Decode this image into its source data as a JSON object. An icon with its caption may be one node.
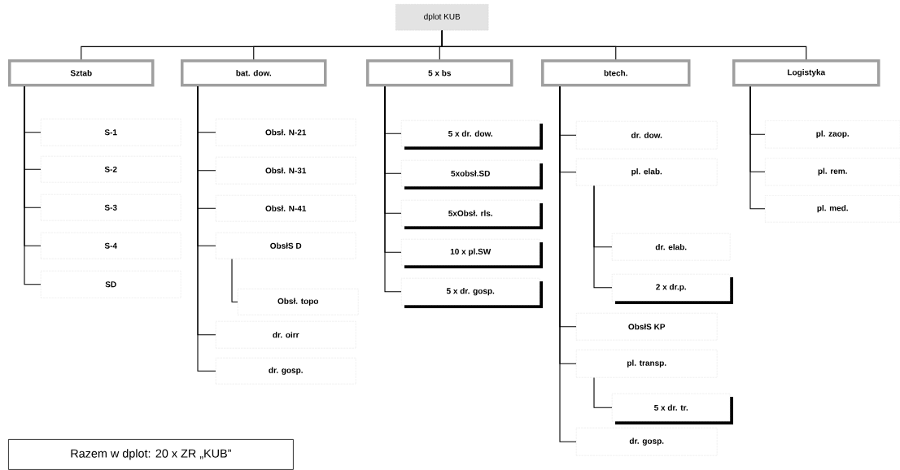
{
  "diagram": {
    "nodes": [
      {
        "text": [
          "dplot KUB"
        ]
      },
      {
        "text": [
          "Sztab"
        ]
      },
      {
        "text": [
          "bat. dow."
        ]
      },
      {
        "text": [
          "5 x bs"
        ]
      },
      {
        "text": [
          "btech."
        ]
      },
      {
        "text": [
          "Logistyka"
        ]
      },
      {
        "text": [
          "S-1"
        ]
      },
      {
        "text": [
          "S-2"
        ]
      },
      {
        "text": [
          "S-3"
        ]
      },
      {
        "text": [
          "S-4"
        ]
      },
      {
        "text": [
          "SD"
        ]
      },
      {
        "text": [
          "Obsł. N-21"
        ]
      },
      {
        "text": [
          "Obsł. N-31"
        ]
      },
      {
        "text": [
          "Obsł. N-41"
        ]
      },
      {
        "text": [
          "ObsłS D"
        ]
      },
      {
        "text": [
          "Obsł. topo"
        ]
      },
      {
        "text": [
          "dr. oirr"
        ]
      },
      {
        "text": [
          "dr. gosp."
        ]
      },
      {
        "text": [
          "5 x dr. dow."
        ]
      },
      {
        "text": [
          "5xobsł.SD"
        ]
      },
      {
        "text": [
          "5xObsł. rls."
        ]
      },
      {
        "text": [
          "10 x pl.SW"
        ]
      },
      {
        "text": [
          "5 x dr. gosp."
        ]
      },
      {
        "text": [
          "dr. dow."
        ]
      },
      {
        "text": [
          "pl. elab."
        ]
      },
      {
        "text": [
          "dr. elab."
        ]
      },
      {
        "text": [
          "2 x dr.p."
        ]
      },
      {
        "text": [
          "ObsłS KP"
        ]
      },
      {
        "text": [
          "pl. transp."
        ]
      },
      {
        "text": [
          "5 x dr. tr."
        ]
      },
      {
        "text": [
          "dr. gosp."
        ]
      },
      {
        "text": [
          "pl. zaop."
        ]
      },
      {
        "text": [
          "pl. rem."
        ]
      },
      {
        "text": [
          "pl. med."
        ]
      },
      {
        "text": [
          "Razem  w dplot:  20 x ZR „KUB”"
        ]
      }
    ],
    "edges": [
      {
        "from": 0,
        "to": 1,
        "arrow": "none"
      },
      {
        "from": 0,
        "to": 2,
        "arrow": "none"
      },
      {
        "from": 0,
        "to": 3,
        "arrow": "none"
      },
      {
        "from": 0,
        "to": 4,
        "arrow": "none"
      },
      {
        "from": 0,
        "to": 5,
        "arrow": "none"
      },
      {
        "from": 1,
        "to": 6,
        "arrow": "none"
      },
      {
        "from": 1,
        "to": 7,
        "arrow": "none"
      },
      {
        "from": 1,
        "to": 8,
        "arrow": "none"
      },
      {
        "from": 1,
        "to": 9,
        "arrow": "none"
      },
      {
        "from": 1,
        "to": 10,
        "arrow": "none"
      },
      {
        "from": 2,
        "to": 11,
        "arrow": "none"
      },
      {
        "from": 2,
        "to": 12,
        "arrow": "none"
      },
      {
        "from": 2,
        "to": 13,
        "arrow": "none"
      },
      {
        "from": 2,
        "to": 14,
        "arrow": "none"
      },
      {
        "from": 14,
        "to": 15,
        "arrow": "none"
      },
      {
        "from": 2,
        "to": 16,
        "arrow": "none"
      },
      {
        "from": 2,
        "to": 17,
        "arrow": "none"
      },
      {
        "from": 3,
        "to": 18,
        "arrow": "none"
      },
      {
        "from": 3,
        "to": 19,
        "arrow": "none"
      },
      {
        "from": 3,
        "to": 20,
        "arrow": "none"
      },
      {
        "from": 3,
        "to": 21,
        "arrow": "none"
      },
      {
        "from": 3,
        "to": 22,
        "arrow": "none"
      },
      {
        "from": 4,
        "to": 23,
        "arrow": "none"
      },
      {
        "from": 4,
        "to": 24,
        "arrow": "none"
      },
      {
        "from": 24,
        "to": 25,
        "arrow": "none"
      },
      {
        "from": 24,
        "to": 26,
        "arrow": "none"
      },
      {
        "from": 4,
        "to": 27,
        "arrow": "none"
      },
      {
        "from": 4,
        "to": 28,
        "arrow": "none"
      },
      {
        "from": 28,
        "to": 29,
        "arrow": "none"
      },
      {
        "from": 4,
        "to": 30,
        "arrow": "none"
      },
      {
        "from": 5,
        "to": 31,
        "arrow": "none"
      },
      {
        "from": 5,
        "to": 32,
        "arrow": "none"
      },
      {
        "from": 5,
        "to": 33,
        "arrow": "none"
      }
    ]
  }
}
